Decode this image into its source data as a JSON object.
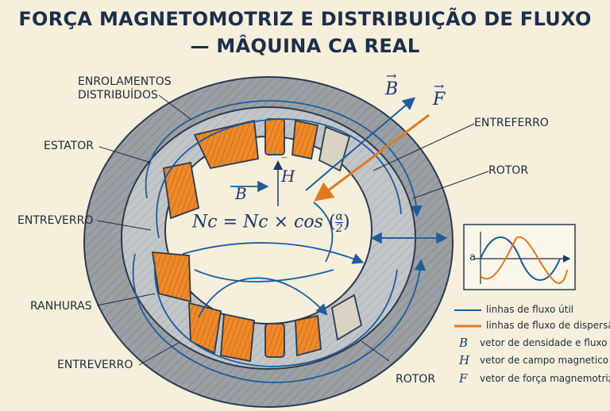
{
  "title": {
    "line1": "FORÇA MAGNETOMOTRIZ E DISTRIBUIÇÃO DE FLUXO",
    "line2": "— MÂQUINA CA REAL"
  },
  "labels": {
    "enrolamentos_line1": "ENROLAMENTOS",
    "enrolamentos_line2": "DISTRIBUÍDOS",
    "estator": "ESTATOR",
    "entreverro_1": "ENTREVERRO",
    "ranhuras": "RANHURAS",
    "entreverro_2": "ENTREVERRO",
    "entreferro": "ENTREFERRO",
    "rotor_1": "ROTOR",
    "rotor_2": "ROTOR"
  },
  "vectors": {
    "b_top": "B",
    "f_top": "F",
    "h_center": "H",
    "b_center": "B"
  },
  "equation": {
    "lhs": "Nc",
    "rhs": "Nc × cos",
    "numerator": "α",
    "denominator": "2"
  },
  "inset": {
    "axis_label": "a"
  },
  "legend": [
    {
      "symbol": "",
      "text": "linhas de fluxo útil",
      "color": "#1f5c99"
    },
    {
      "symbol": "",
      "text": "linhas de fluxo de dispersão",
      "color": "#e07a22"
    },
    {
      "symbol": "B",
      "text": "vetor de densidade e fluxo"
    },
    {
      "symbol": "H",
      "text": "vetor de campo magnetico"
    },
    {
      "symbol": "F",
      "text": "vetor de força magnemotriz"
    }
  ],
  "colors": {
    "flux": "#1f5c99",
    "leakage": "#e07a22",
    "stator": "#8d9399",
    "rotor": "#b9bcbf",
    "background": "#f6efdc"
  }
}
